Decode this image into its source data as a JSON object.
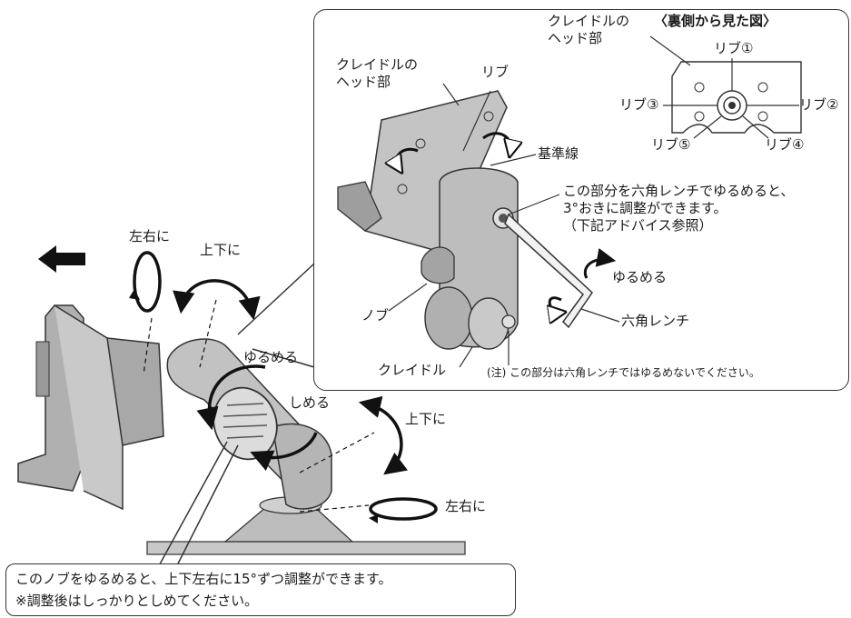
{
  "labels": {
    "back_view_title": "〈裏側から見た図〉",
    "back_head": "クレイドルの\nヘッド部",
    "rib1": "リブ①",
    "rib2": "リブ②",
    "rib3": "リブ③",
    "rib4": "リブ④",
    "rib5": "リブ⑤",
    "inset_head": "クレイドルの\nヘッド部",
    "inset_rib": "リブ",
    "reference_line": "基準線",
    "hex_note": "この部分を六角レンチでゆるめると、\n3°おきに調整ができます。\n（下記アドバイス参照）",
    "loosen_inset": "ゆるめる",
    "knob": "ノブ",
    "hex_wrench": "六角レンチ",
    "cradle": "クレイドル",
    "caution_note": "(注) この部分は六角レンチではゆるめないでください。",
    "left_right_top": "左右に",
    "up_down_top": "上下に",
    "loosen_main": "ゆるめる",
    "tighten": "しめる",
    "up_down_right": "上下に",
    "left_right_bottom": "左右に"
  },
  "callout": {
    "line1": "このノブをゆるめると、上下左右に15°ずつ調整ができます。",
    "line2": "※調整後はしっかりとしめてください。"
  }
}
